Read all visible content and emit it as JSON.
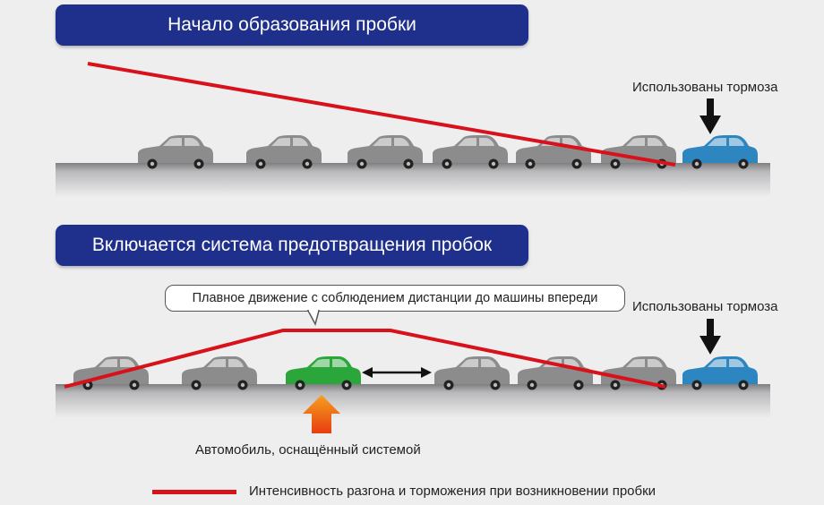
{
  "panel_top": {
    "title": "Начало образования пробки",
    "brakes_label": "Использованы тормоза"
  },
  "panel_bottom": {
    "title": "Включается система предотвращения пробок",
    "brakes_label": "Использованы тормоза",
    "callout": "Плавное движение с соблюдением дистанции до машины впереди",
    "equipped_car_label": "Автомобиль, оснащённый системой"
  },
  "legend": {
    "line_label": "Интенсивность разгона и торможения при возникновении пробки"
  },
  "colors": {
    "banner": "#1f2f8c",
    "intensity_line": "#d8121b",
    "car_normal": "#8c8c8c",
    "car_braking": "#2e86c1",
    "car_equipped": "#2aa63a",
    "arrow_highlight": "#f07a14"
  }
}
